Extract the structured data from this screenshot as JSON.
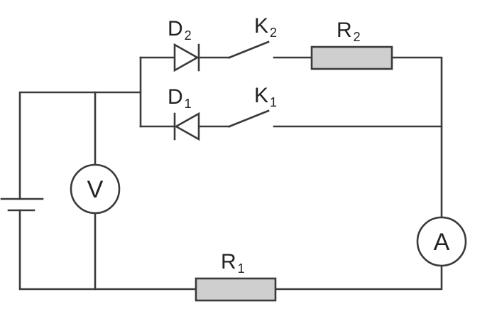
{
  "diagram": {
    "labels": {
      "d2_main": "D",
      "d2_sub": "2",
      "k2_main": "K",
      "k2_sub": "2",
      "r2_main": "R",
      "r2_sub": "2",
      "d1_main": "D",
      "d1_sub": "1",
      "k1_main": "K",
      "k1_sub": "1",
      "r1_main": "R",
      "r1_sub": "1",
      "voltmeter": "V",
      "ammeter": "A"
    },
    "colors": {
      "wire": "#3a3a3a",
      "resistor_fill": "#cfcfcf",
      "text": "#222222"
    }
  }
}
